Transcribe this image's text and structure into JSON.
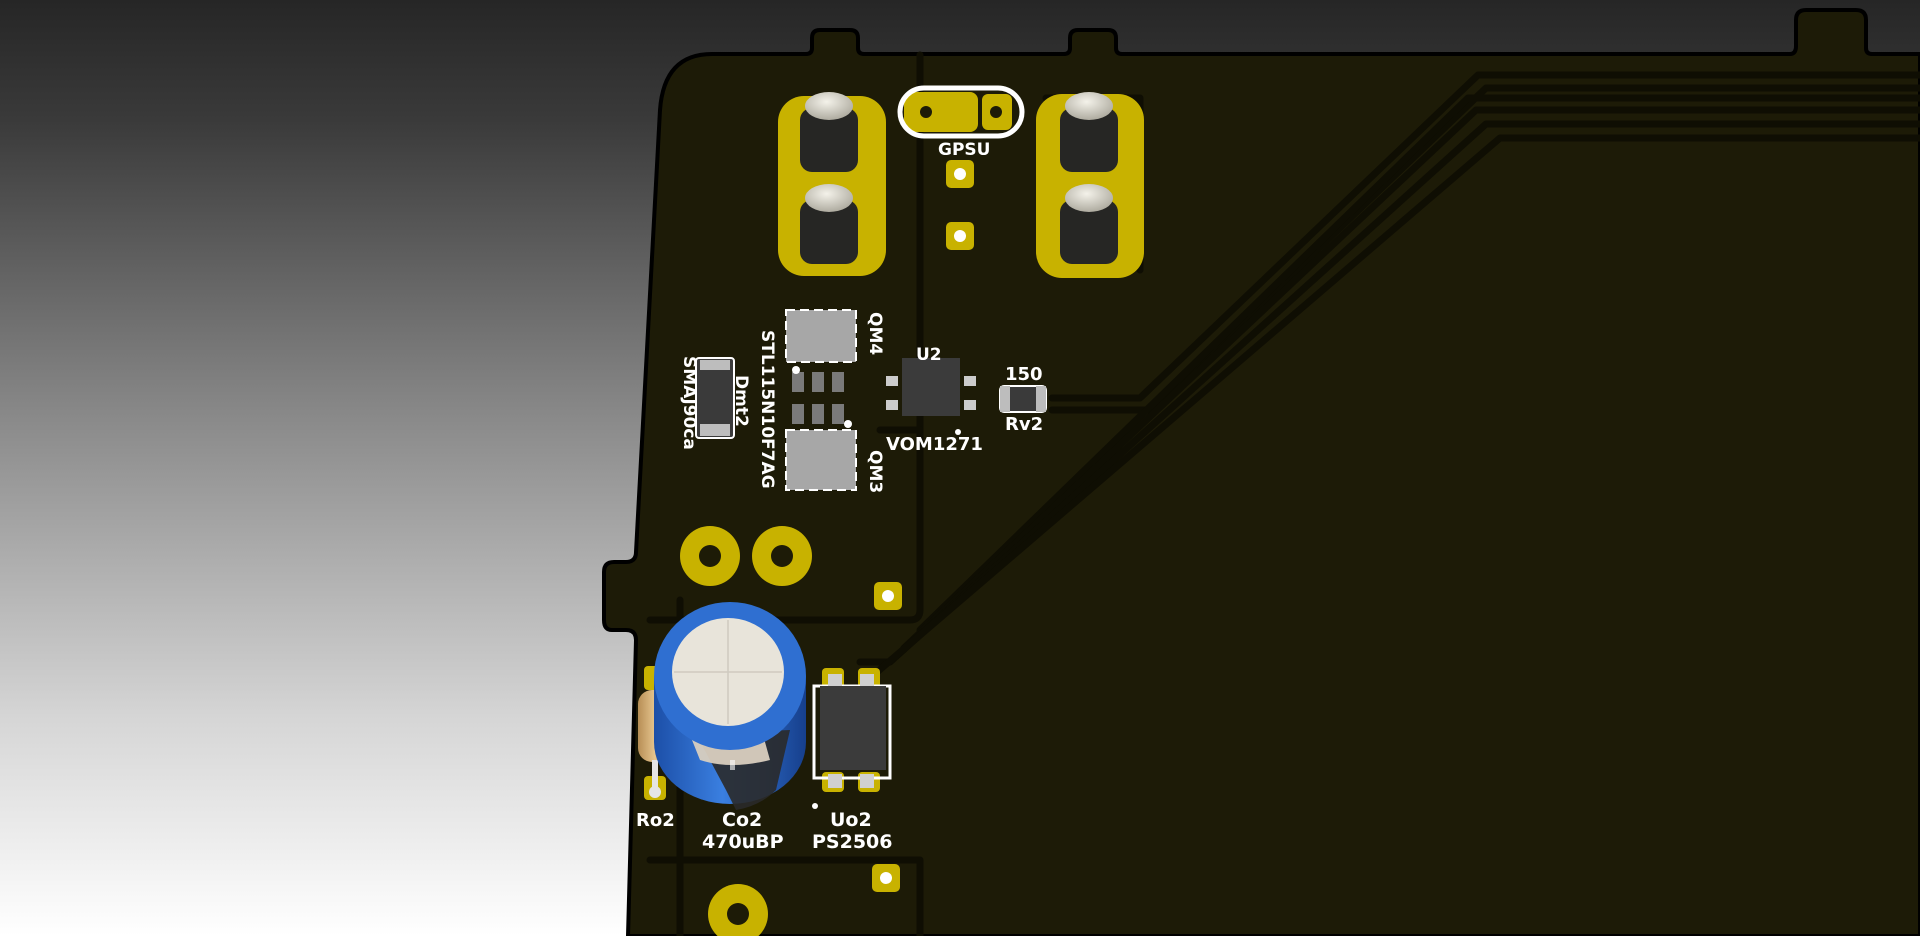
{
  "viewer": {
    "title": "3D Viewer",
    "background_colors": {
      "top": "#262626",
      "bottom": "#ffffff"
    }
  },
  "board": {
    "colors": {
      "substrate": "#1d1b07",
      "trace": "#0f0e03",
      "copper": "#c8b200",
      "silkscreen": "#ffffff",
      "capacitor_sleeve": "#2f6fd1",
      "capacitor_top": "#e8e4da"
    },
    "labels": {
      "gpsu": "GPSU",
      "qm4": "QM4",
      "qm3": "QM3",
      "stl": "STL115N10F7AG",
      "dmt2": "Dmt2",
      "smaj": "SMAJ90ca",
      "u2": "U2",
      "vom": "VOM1271",
      "r150": "150",
      "rv2": "Rv2",
      "ro2": "Ro2",
      "co2": "Co2",
      "co2_value": "470uBP",
      "uo2": "Uo2",
      "uo2_part": "PS2506"
    }
  }
}
